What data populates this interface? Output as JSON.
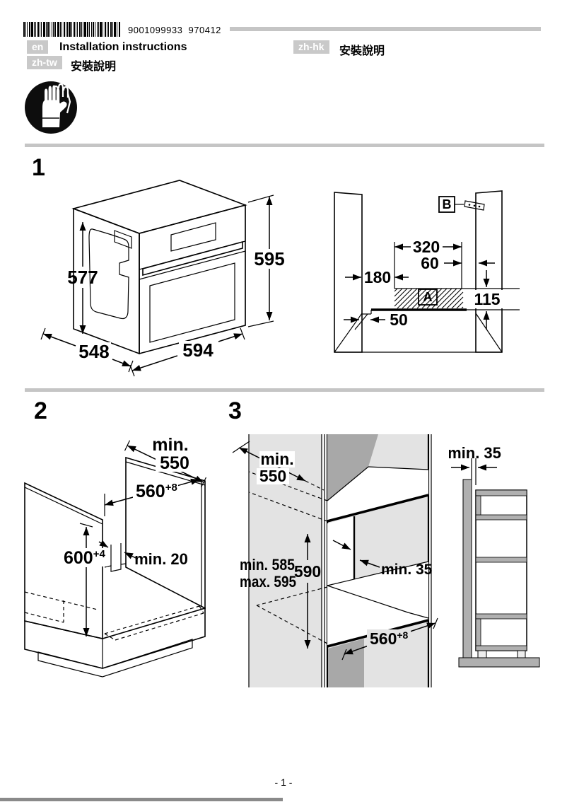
{
  "header": {
    "code_number": "9001099933  970412",
    "languages": [
      {
        "code": "en",
        "label": "Installation instructions"
      },
      {
        "code": "zh-hk",
        "label": "安裝說明"
      },
      {
        "code": "zh-tw",
        "label": "安裝說明"
      }
    ]
  },
  "figures": {
    "one": {
      "number": "1",
      "oven_dims": {
        "side_height": "577",
        "height": "595",
        "depth": "548",
        "width": "594"
      },
      "niche": {
        "bracket_label": "B",
        "area_label": "A",
        "width_back": "320",
        "offset_right": "60",
        "offset_left": "180",
        "strip_height": "115",
        "strip_front": "50"
      }
    },
    "two": {
      "number": "2",
      "dims": {
        "depth_line1": "min.",
        "depth_line2": "550",
        "width": "560",
        "width_sup": "+8",
        "height": "600",
        "height_sup": "+4",
        "back_gap": "min. 20"
      }
    },
    "three": {
      "number": "3",
      "dims": {
        "depth_line1": "min.",
        "depth_line2": "550",
        "niche_min": "min. 585",
        "niche_max": "max. 595",
        "height": "590",
        "vent_gap": "min. 35",
        "width": "560",
        "width_sup": "+8",
        "side_gap": "min. 35"
      }
    }
  },
  "footer": {
    "page_number": "- 1 -"
  },
  "colors": {
    "panel_gray": "#e3e3e3",
    "shadow_gray": "#a8a8a8",
    "oven_front": "#b3b3b3",
    "rule_gray": "#c5c5c5"
  }
}
